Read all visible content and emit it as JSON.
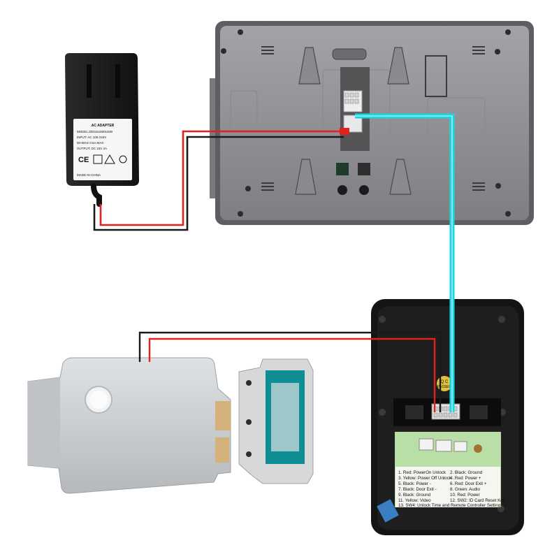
{
  "adapter": {
    "title": "AC ADAPTER",
    "model": "MODEL:ZD0151600USW",
    "input": "INPUT: AC 100-240V",
    "freq": "50-60Hz 0.5A MAX",
    "output": "OUTPUT: DC 15V 2A",
    "made_in": "MADE IN CHINA",
    "ce_mark": "CE"
  },
  "outdoor_unit": {
    "qc_badge": [
      "Q C",
      "PASSED"
    ],
    "pin_legend": [
      "1. Red: PowerOn Unlock",
      "2. Black: Ground",
      "3. Yellow: Power Off Unlock",
      "4. Red: Power +",
      "5. Black: Power -",
      "6. Red: Door Exit +",
      "7. Black: Door Exit -",
      "8. Green: Audio",
      "9. Black: Ground",
      "10. Red: Power",
      "11. Yellow: Video",
      "12. SW2: ID Card Reset Key",
      "13. SW4: Unlock Time and Remote Controller Setting"
    ]
  },
  "colors": {
    "wire_red": "#e3201b",
    "wire_black": "#1a1a1a",
    "wire_cyan": "#1fd6e0",
    "monitor_body": "#8d8d91",
    "outdoor_body": "#161616",
    "lock_body": "#cfd2d4",
    "pcb_green": "#b9dfa6"
  }
}
